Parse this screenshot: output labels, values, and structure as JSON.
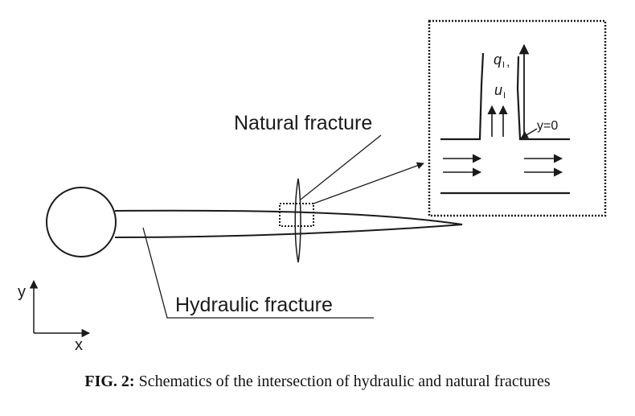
{
  "diagram": {
    "labels": {
      "natural_fracture": "Natural fracture",
      "hydraulic_fracture": "Hydraulic fracture",
      "flux_q": "q",
      "flux_q_sub": "I",
      "flux_q_comma": ",",
      "velocity_u": "u",
      "velocity_u_sub": "I",
      "y_zero": "y=0",
      "axis_y": "y",
      "axis_x": "x"
    },
    "caption": {
      "prefix": "FIG. 2:",
      "text": " Schematics of the intersection of hydraulic and natural fractures"
    }
  }
}
